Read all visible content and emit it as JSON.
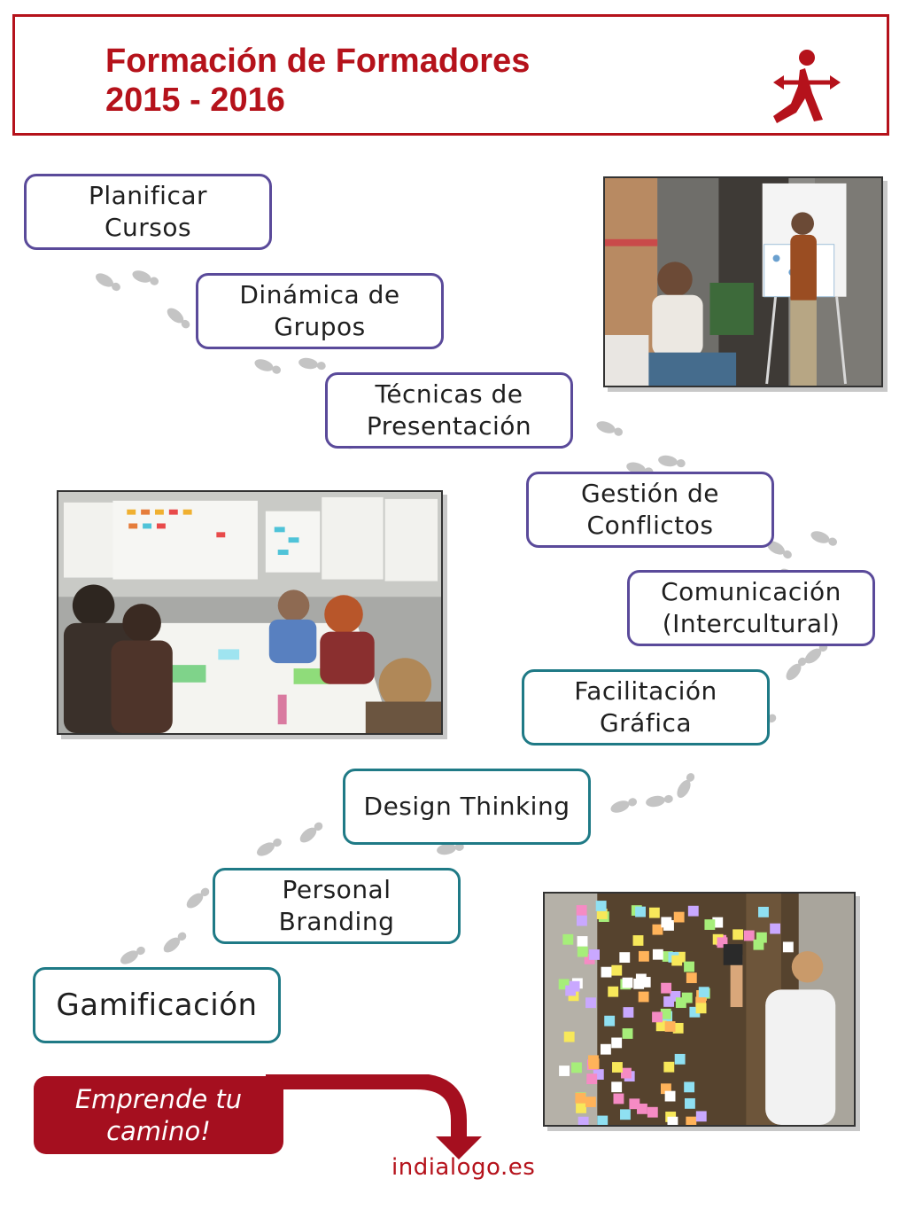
{
  "header": {
    "title_line1": "Formación de Formadores",
    "title_line2": "2015 - 2016",
    "brand_color": "#b5121b",
    "logo_icon": "running-person-arrows-logo"
  },
  "steps": [
    {
      "label": "Planificar\nCursos"
    },
    {
      "label": "Dinámica de\nGrupos"
    },
    {
      "label": "Técnicas de\nPresentación"
    },
    {
      "label": "Gestión de\nConflictos"
    },
    {
      "label": "Comunicación\n(Intercultural)"
    },
    {
      "label": "Facilitación\nGráfica"
    },
    {
      "label": "Design Thinking"
    },
    {
      "label": "Personal\nBranding"
    },
    {
      "label": "Gamificación"
    }
  ],
  "colors": {
    "purple_border": "#5a4a9a",
    "teal_border": "#1f7a86",
    "footprint_gray": "#c4c4c4",
    "cta_red": "#a50f1f"
  },
  "photos": {
    "flipchart_presentation": "photo-flipchart-presentation",
    "workshop_table": "photo-workshop-table",
    "sticky_note_wall": "photo-sticky-note-wall"
  },
  "cta": {
    "text": "Emprende tu\ncamino!"
  },
  "footer": {
    "site": "indialogo.es"
  }
}
